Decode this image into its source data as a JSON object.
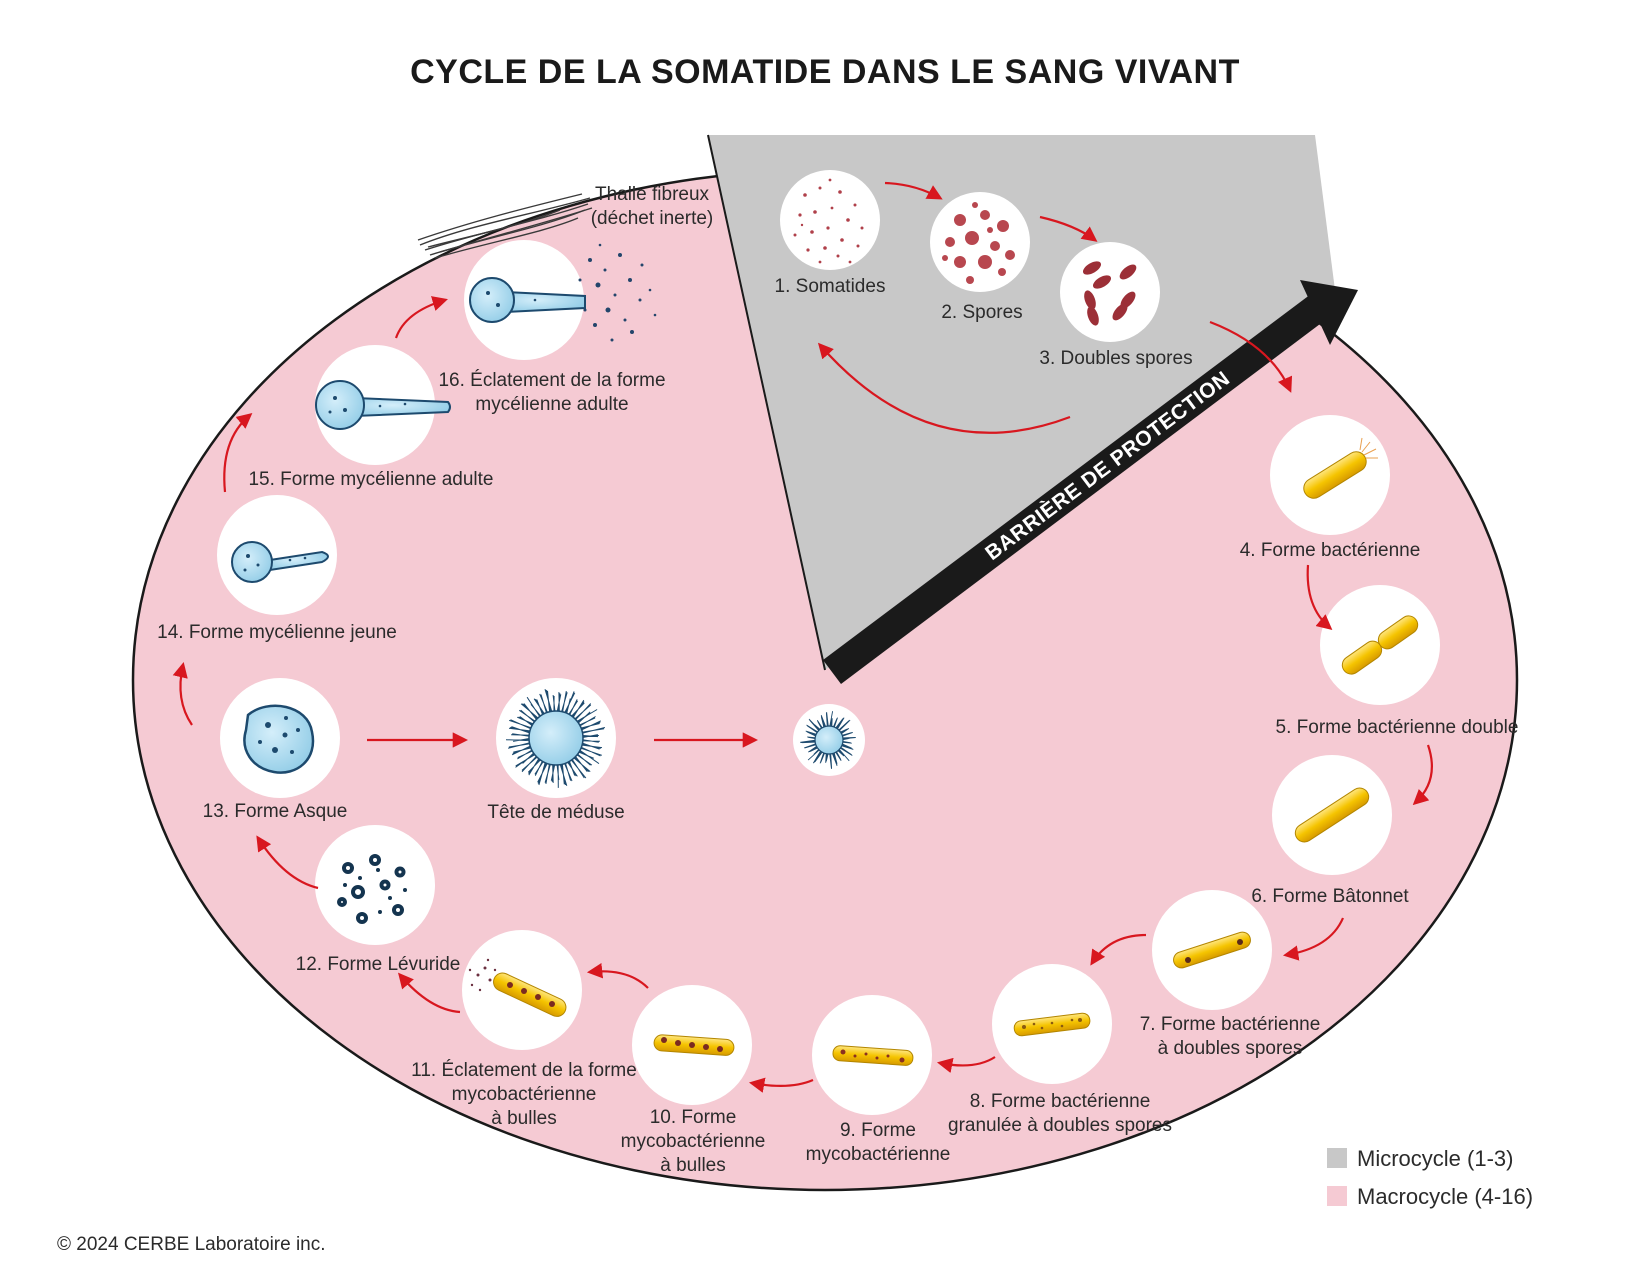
{
  "title": "CYCLE DE LA SOMATIDE DANS LE SANG VIVANT",
  "banner": "BARRIÈRE DE PROTECTION",
  "stages": {
    "s1": [
      "1. Somatides"
    ],
    "s2": [
      "2. Spores"
    ],
    "s3": [
      "3. Doubles spores"
    ],
    "s4": [
      "4. Forme bactérienne"
    ],
    "s5": [
      "5. Forme bactérienne double"
    ],
    "s6": [
      "6. Forme Bâtonnet"
    ],
    "s7": [
      "7. Forme bactérienne",
      "à doubles spores"
    ],
    "s8": [
      "8. Forme bactérienne",
      "granulée à doubles spores"
    ],
    "s9": [
      "9. Forme",
      "mycobactérienne"
    ],
    "s10": [
      "10. Forme",
      "mycobactérienne",
      "à bulles"
    ],
    "s11": [
      "11. Éclatement de la forme",
      "mycobactérienne",
      "à bulles"
    ],
    "s12": [
      "12. Forme Lévuride"
    ],
    "s13": [
      "13. Forme Asque"
    ],
    "s14": [
      "14. Forme mycélienne jeune"
    ],
    "s15": [
      "15. Forme mycélienne adulte"
    ],
    "s16": [
      "16. Éclatement de la forme",
      "mycélienne adulte"
    ],
    "meduse": [
      "Tête de méduse"
    ],
    "thalle": [
      "Thalle fibreux",
      "(déchet inerte)"
    ]
  },
  "legend": [
    {
      "label": "Microcycle (1-3)",
      "color": "#c8c8c8"
    },
    {
      "label": "Macrocycle (4-16)",
      "color": "#f5cad3"
    }
  ],
  "copyright": "© 2024 CERBE Laboratoire inc.",
  "colors": {
    "macro": "#f5cad3",
    "micro": "#c8c8c8",
    "arrow": "#d8171f",
    "banner": "#1a1a1a",
    "bacteria": "#f5c400",
    "mycel": "#a9d8ee"
  }
}
